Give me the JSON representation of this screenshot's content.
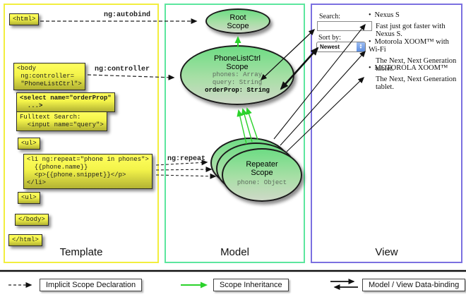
{
  "colors": {
    "template-border": "#f2ee3e",
    "model-border": "#5ce69e",
    "view-border": "#7b70e0",
    "arrow-green": "#2bd22b"
  },
  "columns": {
    "template_label": "Template",
    "model_label": "Model",
    "view_label": "View"
  },
  "labels": {
    "autobind": "ng:autobind",
    "controller": "ng:controller",
    "repeat": "ng:repeat"
  },
  "template": {
    "boxes": [
      {
        "text": "<html>"
      },
      {
        "text": "<body\n ng:controller=\n \"PhoneListCtrl\">"
      },
      {
        "text": "<select name=\"orderProp\"\n  ...>"
      },
      {
        "text": "Fulltext Search:\n  <input name=\"query\">"
      },
      {
        "text": "<ul>"
      },
      {
        "text": "<li ng:repeat=\"phone in phones\">\n  {{phone.name}}\n  <p>{{phone.snippet}}</p>\n</li>"
      },
      {
        "text": "<ul>"
      },
      {
        "text": "</body>"
      },
      {
        "text": "</html>"
      }
    ]
  },
  "model": {
    "root_scope": {
      "title": "Root\nScope"
    },
    "phonelist_scope": {
      "title": "PhoneListCtrl\nScope",
      "props": [
        "phones: Array",
        "query: String"
      ],
      "bold_prop": "orderProp: String"
    },
    "repeater_scope": {
      "title": "Repeater\nScope",
      "prop": "phone: Object"
    }
  },
  "view": {
    "search_label": "Search:",
    "search_value": "",
    "sort_label": "Sort by:",
    "sort_value": "Newest",
    "items": [
      {
        "title": "Nexus S",
        "desc": "Fast just got faster with Nexus S."
      },
      {
        "title": "Motorola XOOM™ with Wi-Fi",
        "desc": "The Next, Next Generation tablet."
      },
      {
        "title": "MOTOROLA XOOM™",
        "desc": "The Next, Next Generation tablet."
      }
    ]
  },
  "legend": {
    "implicit": "Implicit Scope Declaration",
    "inheritance": "Scope Inheritance",
    "databinding": "Model / View Data-binding"
  }
}
